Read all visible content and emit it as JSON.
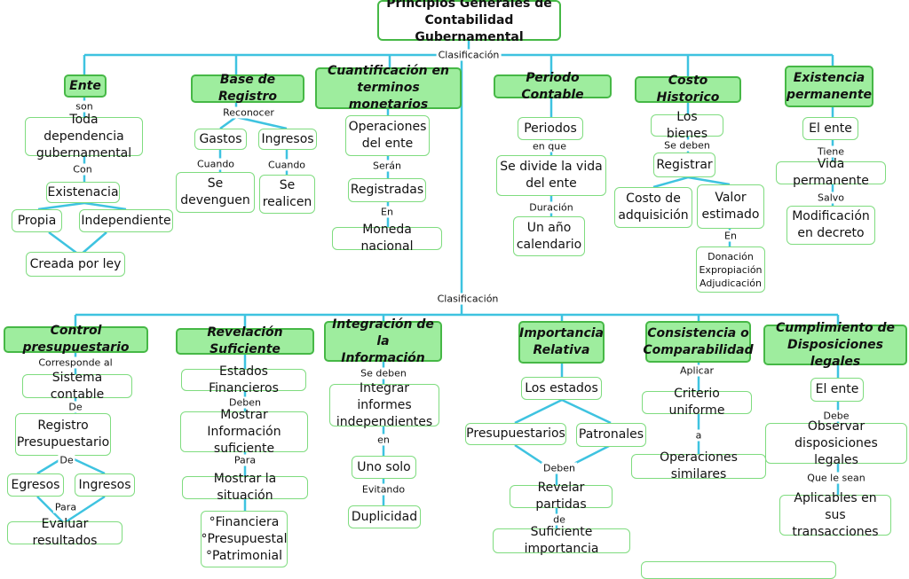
{
  "root": "Principios Generales de\nContabilidad Gubernamental",
  "clasificacion_top": "Clasificación",
  "clasificacion_mid": "Clasificación",
  "ente": {
    "title": "Ente",
    "son": "son",
    "dependencia": "Toda dependencia\ngubernamental",
    "con": "Con",
    "existencia": "Existenacia",
    "propia": "Propia",
    "independiente": "Independiente",
    "creada": "Creada por ley"
  },
  "base": {
    "title": "Base de Registro",
    "reconocer": "Reconocer",
    "gastos": "Gastos",
    "ingresos": "Ingresos",
    "cuando1": "Cuando",
    "cuando2": "Cuando",
    "devenguen": "Se\ndevenguen",
    "realicen": "Se\nrealicen"
  },
  "cuant": {
    "title": "Cuantificación en\nterminos monetarios",
    "operaciones": "Operaciones\ndel ente",
    "seran": "Serán",
    "registradas": "Registradas",
    "en": "En",
    "moneda": "Moneda nacional"
  },
  "periodo": {
    "title": "Periodo Contable",
    "periodos": "Periodos",
    "en_que": "en que",
    "divide": "Se divide la vida\ndel ente",
    "duracion": "Duración",
    "anio": "Un año\ncalendario"
  },
  "costo": {
    "title": "Costo Historico",
    "bienes": "Los bienes",
    "se_deben": "Se deben",
    "registrar": "Registrar",
    "adquisicion": "Costo de\nadquisición",
    "valor": "Valor\nestimado",
    "en": "En",
    "donacion": "Donación\nExpropiación\nAdjudicación"
  },
  "existencia": {
    "title": "Existencia\npermanente",
    "el_ente": "El ente",
    "tiene": "Tiene",
    "vida": "Vida permanente",
    "salvo": "Salvo",
    "modificacion": "Modificación\nen decreto"
  },
  "control": {
    "title": "Control presupuestario",
    "corresponde": "Corresponde al",
    "sistema": "Sistema contable",
    "de1": "De",
    "registro": "Registro\nPresupuestario",
    "de2": "De",
    "egresos": "Egresos",
    "ingresos": "Ingresos",
    "para": "Para",
    "evaluar": "Evaluar resultados"
  },
  "revelacion": {
    "title": "Revelación Suficiente",
    "estados": "Estados Financieros",
    "deben": "Deben",
    "mostrar_info": "Mostrar Información\nsuficiente",
    "para": "Para",
    "mostrar_sit": "Mostrar la situación",
    "lista": "°Financiera\n°Presupuestal\n°Patrimonial"
  },
  "integracion": {
    "title": "Integración de la\nInformación",
    "se_deben": "Se deben",
    "integrar": "Integrar informes\nindependientes",
    "en": "en",
    "uno": "Uno solo",
    "evitando": "Evitando",
    "duplicidad": "Duplicidad"
  },
  "importancia": {
    "title": "Importancia\nRelativa",
    "estados": "Los estados",
    "presupuestarios": "Presupuestarios",
    "patronales": "Patronales",
    "deben": "Deben",
    "revelar": "Revelar partidas",
    "de": "de",
    "suficiente": "Suficiente importancia"
  },
  "consistencia": {
    "title": "Consistencia o\nComparabilidad",
    "aplicar": "Aplicar",
    "criterio": "Criterio uniforme",
    "a": "a",
    "operaciones": "Operaciones similares"
  },
  "cumplimiento": {
    "title": "Cumplimiento de\nDisposiciones legales",
    "el_ente": "El ente",
    "debe": "Debe",
    "observar": "Observar disposiciones\nlegales",
    "que_le": "Que le sean",
    "aplicables": "Aplicables en sus\ntransacciones"
  }
}
